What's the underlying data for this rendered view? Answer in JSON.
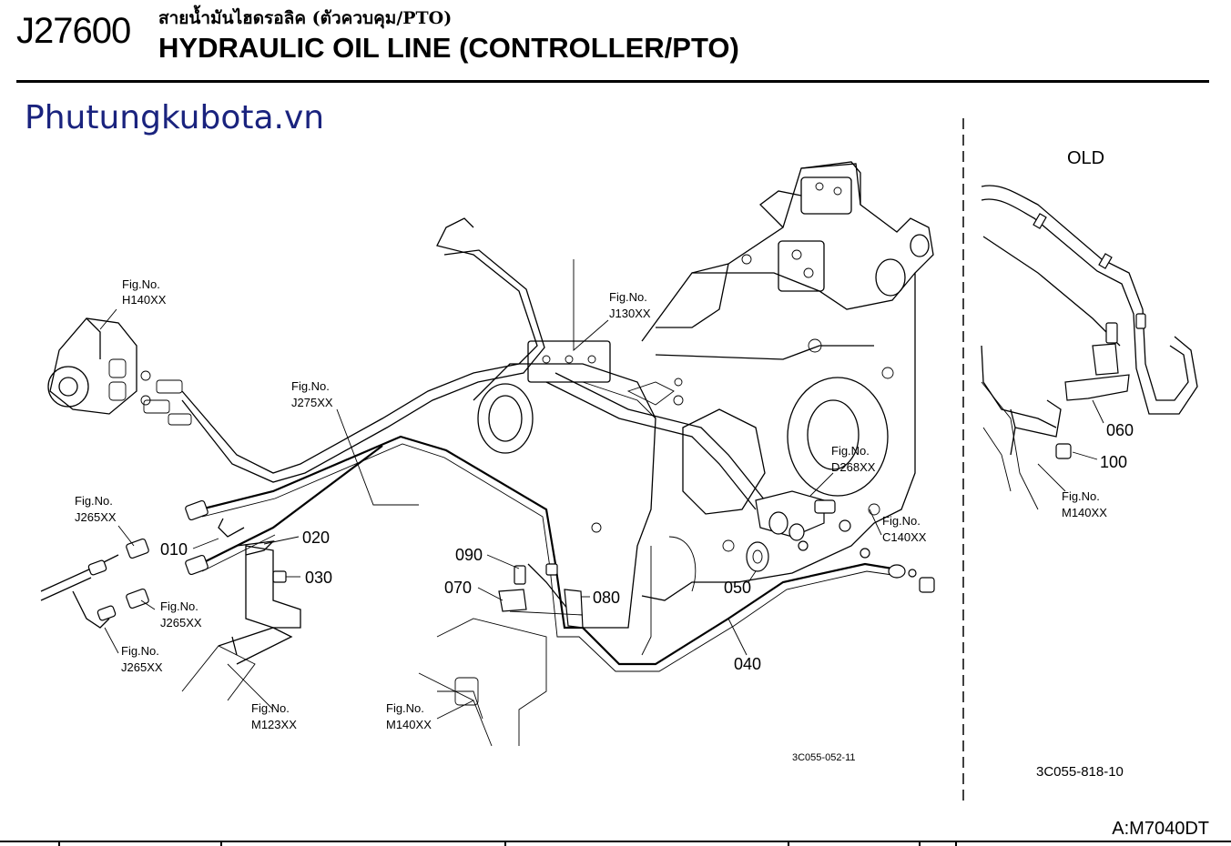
{
  "header": {
    "page_code": "J27600",
    "title_thai": "สายน้ำมันไฮดรอลิค (ตัวควบคุม/PTO)",
    "title_en": "HYDRAULIC OIL LINE (CONTROLLER/PTO)"
  },
  "watermark": "Phutungkubota.vn",
  "footer": {
    "model": "A:M7040DT"
  },
  "main_diagram": {
    "drawing_code": "3C055-052-11",
    "fig_refs": [
      {
        "label": "Fig.No.",
        "code": "H140XX"
      },
      {
        "label": "Fig.No.",
        "code": "J130XX"
      },
      {
        "label": "Fig.No.",
        "code": "J275XX"
      },
      {
        "label": "Fig.No.",
        "code": "J265XX"
      },
      {
        "label": "Fig.No.",
        "code": "J265XX"
      },
      {
        "label": "Fig.No.",
        "code": "J265XX"
      },
      {
        "label": "Fig.No.",
        "code": "D268XX"
      },
      {
        "label": "Fig.No.",
        "code": "C140XX"
      },
      {
        "label": "Fig.No.",
        "code": "M123XX"
      },
      {
        "label": "Fig.No.",
        "code": "M140XX"
      }
    ],
    "part_numbers": [
      "010",
      "020",
      "030",
      "040",
      "050",
      "070",
      "080",
      "090"
    ]
  },
  "inset_diagram": {
    "title": "OLD",
    "drawing_code": "3C055-818-10",
    "fig_ref": {
      "label": "Fig.No.",
      "code": "M140XX"
    },
    "part_numbers": [
      "060",
      "100"
    ]
  }
}
